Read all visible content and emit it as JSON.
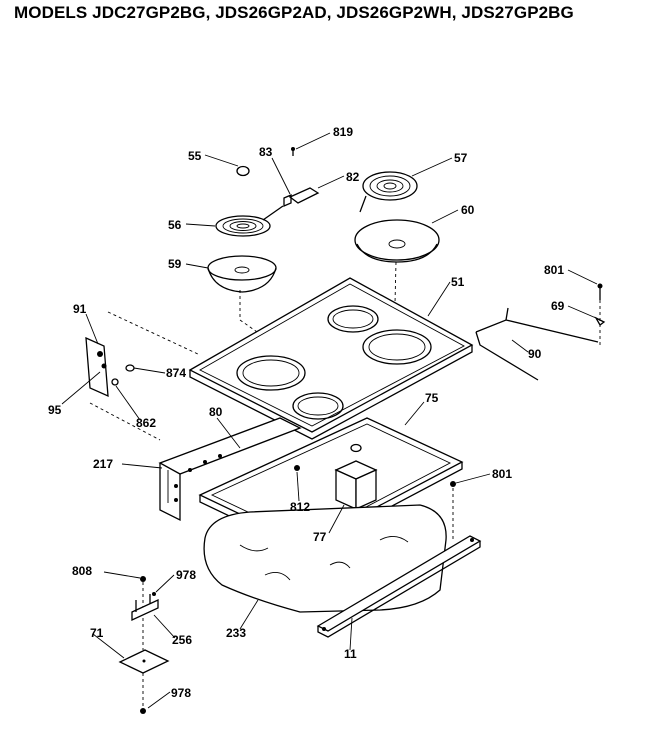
{
  "title": "MODELS JDC27GP2BG, JDS26GP2AD, JDS26GP2WH, JDS27GP2BG",
  "parts": {
    "p55": "55",
    "p83": "83",
    "p819": "819",
    "p82": "82",
    "p57": "57",
    "p56": "56",
    "p60": "60",
    "p59": "59",
    "p801a": "801",
    "p69": "69",
    "p91": "91",
    "p51": "51",
    "p90": "90",
    "p874": "874",
    "p95": "95",
    "p862": "862",
    "p80": "80",
    "p75": "75",
    "p217": "217",
    "p801b": "801",
    "p812": "812",
    "p77": "77",
    "p808": "808",
    "p978a": "978",
    "p71": "71",
    "p256": "256",
    "p233": "233",
    "p11": "11",
    "p978b": "978"
  }
}
